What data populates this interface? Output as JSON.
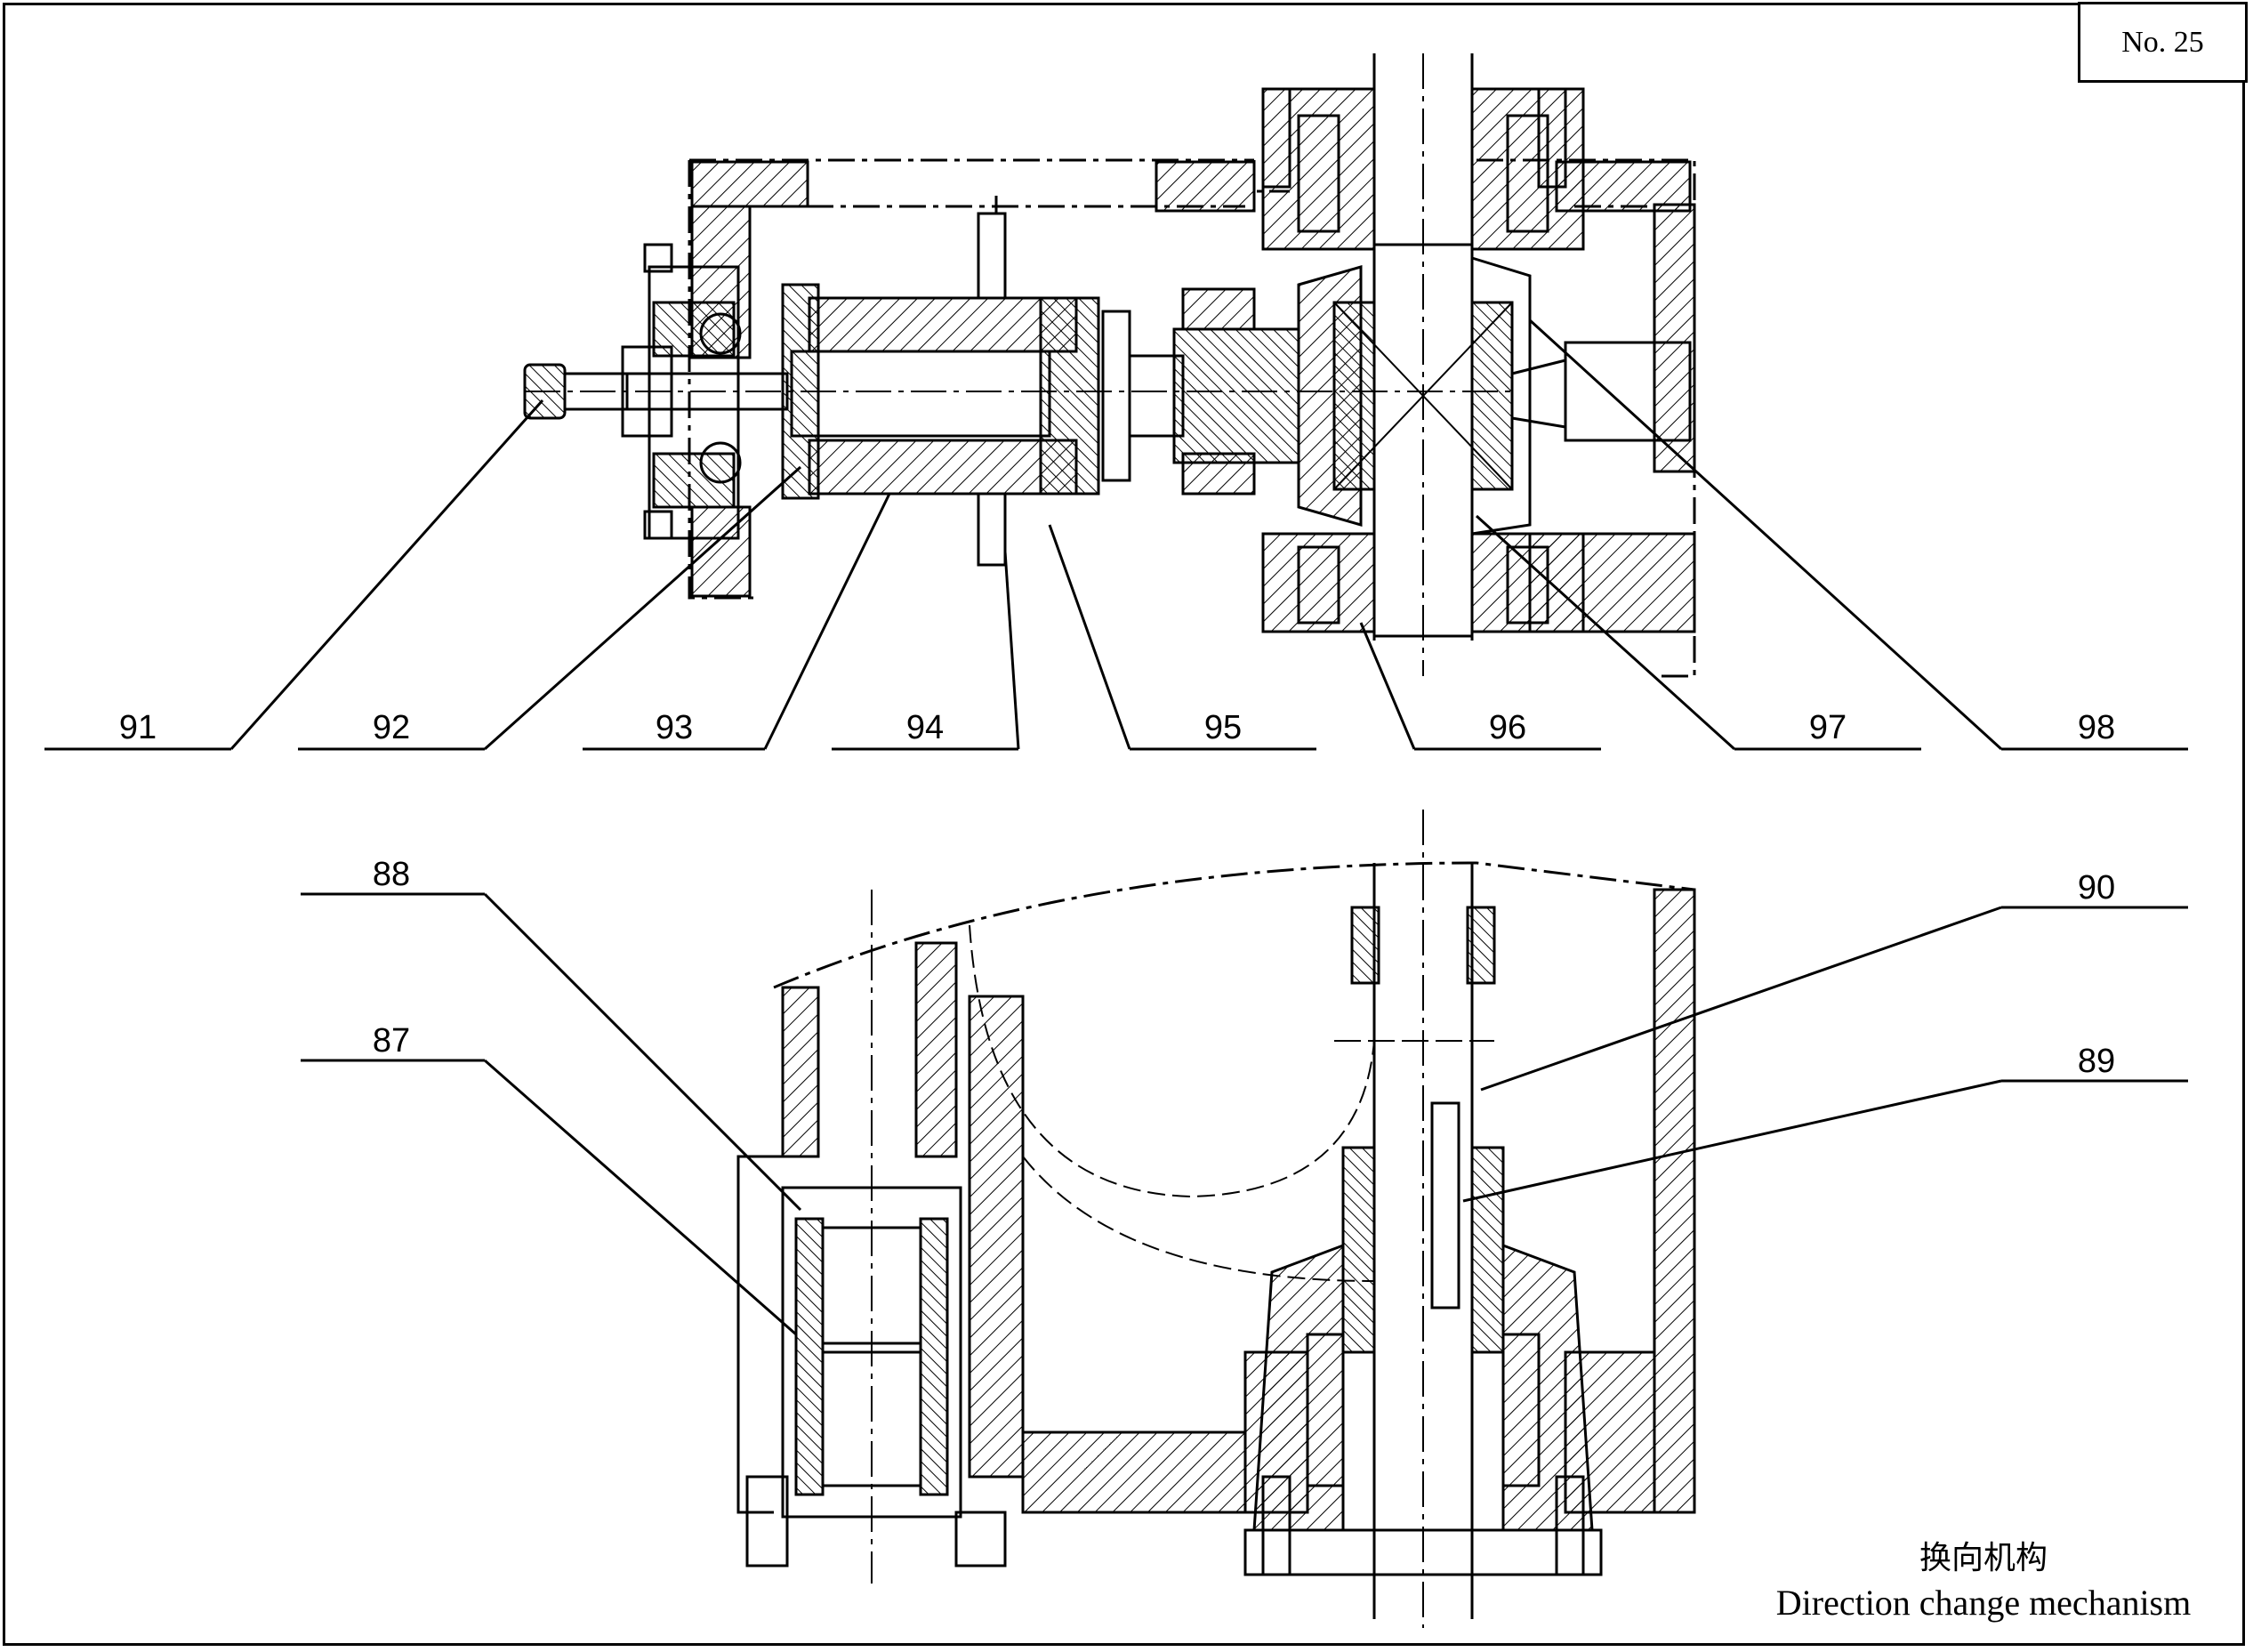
{
  "sheet_number": "No. 25",
  "caption": {
    "chinese": "换向机构",
    "english": "Direction change mechanism"
  },
  "callouts_top": [
    "91",
    "92",
    "93",
    "94",
    "95",
    "96",
    "97",
    "98"
  ],
  "callouts_bottom": [
    "88",
    "87",
    "90",
    "89"
  ],
  "colors": {
    "line": "#000000",
    "background": "#ffffff"
  }
}
